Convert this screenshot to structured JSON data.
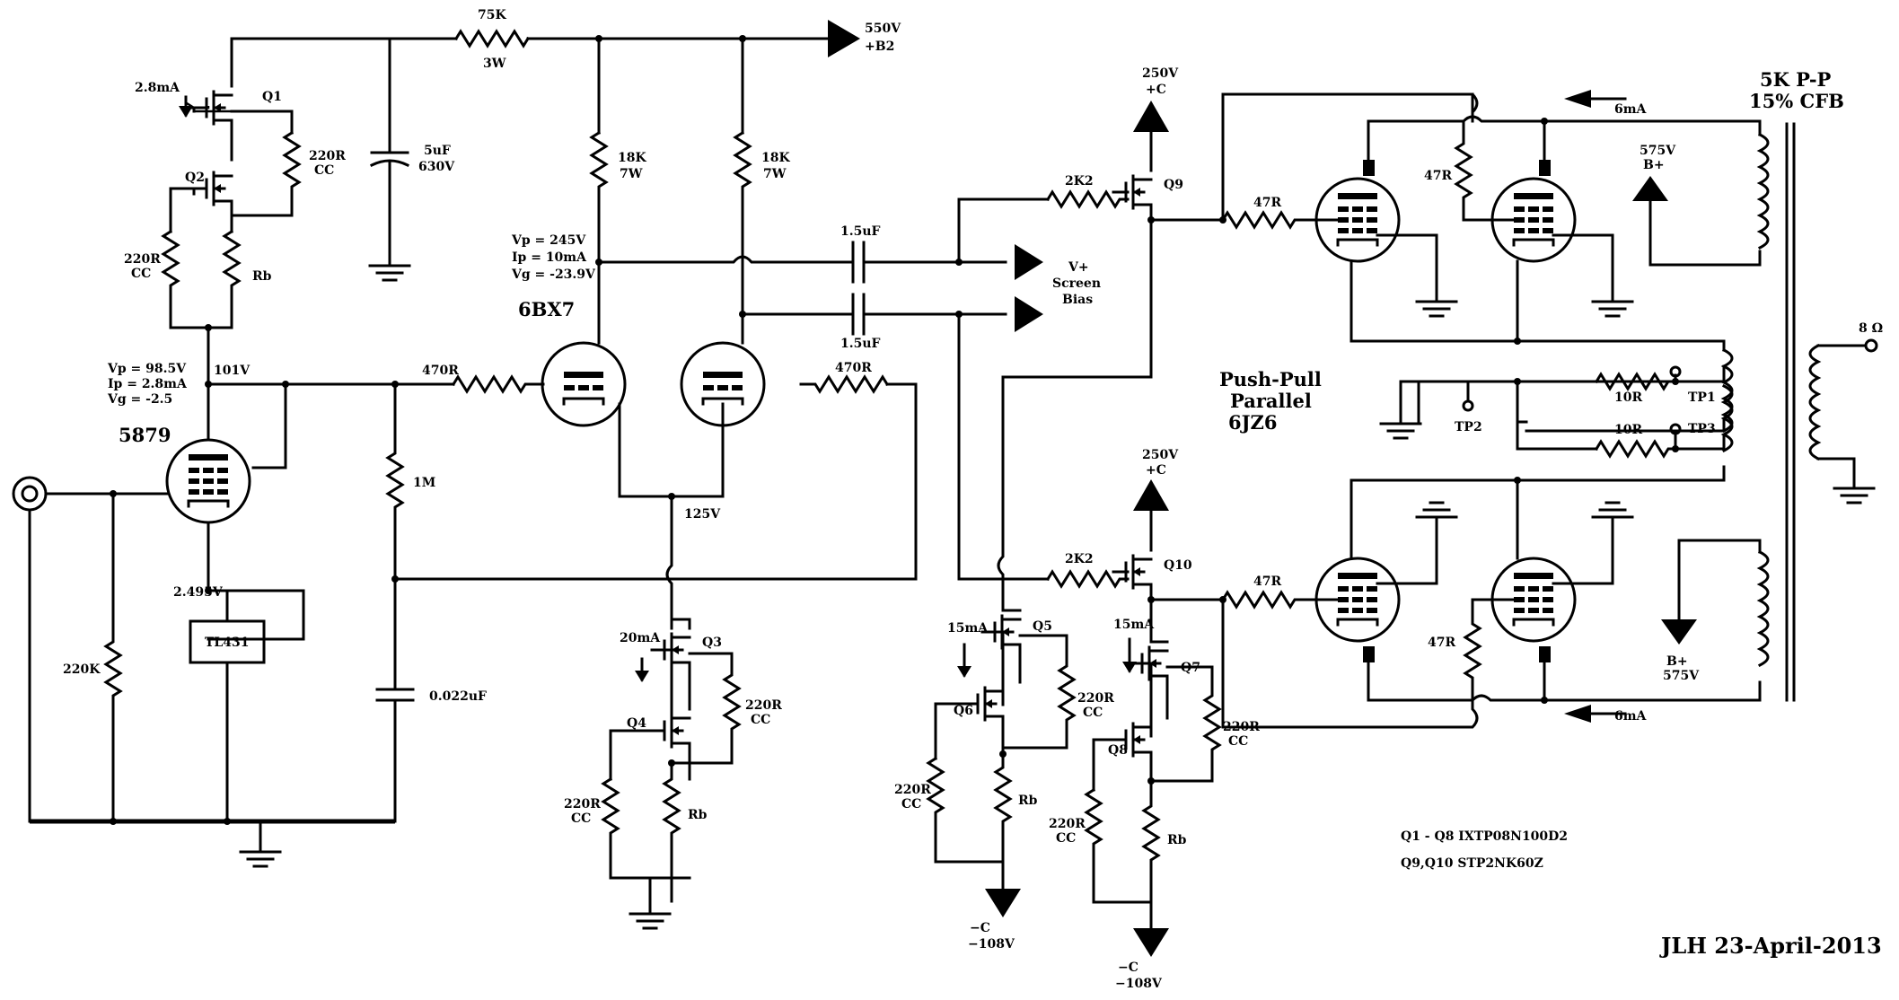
{
  "title_block": "JLH 23-April-2013",
  "parts_note": [
    "Q1 - Q8 IXTP08N100D2",
    "Q9,Q10 STP2NK60Z"
  ],
  "tubes": {
    "input": "5879",
    "driver": "6BX7",
    "output_title": [
      "Push-Pull",
      "Parallel",
      "6JZ6"
    ]
  },
  "supplies": {
    "b2": [
      "550V",
      "+B2"
    ],
    "plus_c_top": [
      "250V",
      "+C"
    ],
    "plus_c_bot": [
      "250V",
      "+C"
    ],
    "bplus_top": [
      "575V",
      "B+"
    ],
    "bplus_bot": [
      "B+",
      "575V"
    ],
    "minus_c_left": [
      "−C",
      "−108V"
    ],
    "minus_c_right": [
      "−C",
      "−108V"
    ],
    "screen_bias": [
      "V+",
      "Screen",
      "Bias"
    ]
  },
  "transformer": [
    "5K P-P",
    "15% CFB"
  ],
  "speaker": "8 Ω",
  "operating_points": {
    "input": [
      "Vp = 98.5V",
      "Ip = 2.8mA",
      "Vg = -2.5"
    ],
    "driver": [
      "Vp = 245V",
      "Ip = 10mA",
      "Vg = -23.9V"
    ],
    "node_101": "101V",
    "node_125": "125V",
    "node_2495": "2.495V"
  },
  "currents": {
    "q1": "2.8mA",
    "q3": "20mA",
    "q5": "15mA",
    "q7": "15mA",
    "top": "6mA",
    "bottom": "6mA"
  },
  "resistors": {
    "r75k": [
      "75K",
      "3W"
    ],
    "r18k_a": [
      "18K",
      "7W"
    ],
    "r18k_b": [
      "18K",
      "7W"
    ],
    "r470_a": "470R",
    "r470_b": "470R",
    "r1m": "1M",
    "r220k": "220K",
    "r220_q1": [
      "220R",
      "CC"
    ],
    "r220_q2": [
      "220R",
      "CC"
    ],
    "r220_q3": [
      "220R",
      "CC"
    ],
    "r220_q4": [
      "220R",
      "CC"
    ],
    "r220_q5": [
      "220R",
      "CC"
    ],
    "r220_q6": [
      "220R",
      "CC"
    ],
    "r220_q7": [
      "220R",
      "CC"
    ],
    "r220_q8": [
      "220R",
      "CC"
    ],
    "rb_1": "Rb",
    "rb_2": "Rb",
    "rb_3": "Rb",
    "rb_4": "Rb",
    "r2k2_a": "2K2",
    "r2k2_b": "2K2",
    "r47_a": "47R",
    "r47_b": "47R",
    "r47_c": "47R",
    "r47_d": "47R",
    "r10_a": "10R",
    "r10_b": "10R"
  },
  "capacitors": {
    "c5u": [
      "5uF",
      "630V"
    ],
    "c15a": "1.5uF",
    "c15b": "1.5uF",
    "c022": "0.022uF"
  },
  "ic": "TL431",
  "transistors": [
    "Q1",
    "Q2",
    "Q3",
    "Q4",
    "Q5",
    "Q6",
    "Q7",
    "Q8",
    "Q9",
    "Q10"
  ],
  "test_points": [
    "TP1",
    "TP2",
    "TP3"
  ]
}
